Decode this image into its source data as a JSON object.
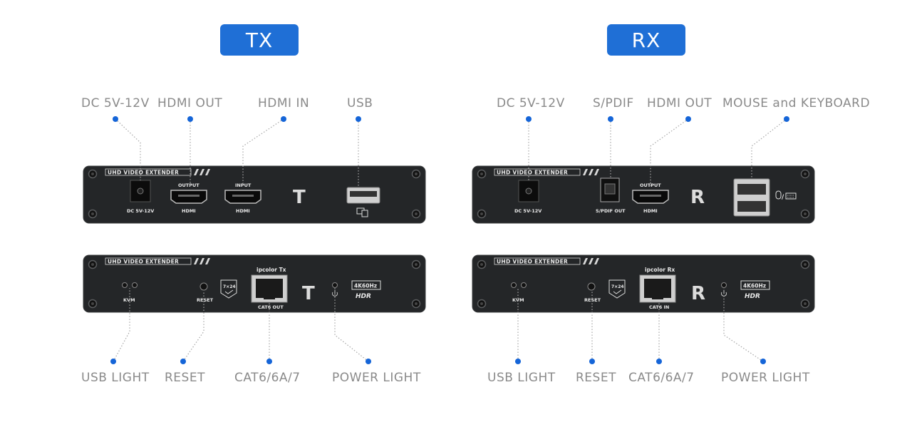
{
  "sections": {
    "tx": {
      "title": "TX"
    },
    "rx": {
      "title": "RX"
    }
  },
  "tx": {
    "front": {
      "brand": "UHD VIDEO EXTENDER",
      "dc_label": "DC 5V-12V",
      "hdmi_out_top": "OUTPUT",
      "hdmi_out_bottom": "HDMI",
      "hdmi_in_top": "INPUT",
      "hdmi_in_bottom": "HDMI",
      "badge": "T"
    },
    "rear": {
      "brand": "UHD VIDEO EXTENDER",
      "kvm_label": "KVM",
      "reset_label": "RESET",
      "badge_724": "7×24",
      "model": "ipcolor Tx",
      "cat_label": "CAT6 OUT",
      "badge": "T",
      "res": "4K60Hz",
      "hdr": "HDR"
    },
    "callouts": {
      "dc": "DC 5V-12V",
      "hdmi_out": "HDMI OUT",
      "hdmi_in": "HDMI IN",
      "usb": "USB",
      "usb_light": "USB LIGHT",
      "reset": "RESET",
      "cat": "CAT6/6A/7",
      "power_light": "POWER LIGHT"
    }
  },
  "rx": {
    "front": {
      "brand": "UHD VIDEO EXTENDER",
      "dc_label": "DC 5V-12V",
      "spdif_label": "S/PDIF OUT",
      "hdmi_out_top": "OUTPUT",
      "hdmi_out_bottom": "HDMI",
      "badge": "R"
    },
    "rear": {
      "brand": "UHD VIDEO EXTENDER",
      "kvm_label": "KVM",
      "reset_label": "RESET",
      "badge_724": "7×24",
      "model": "ipcolor Rx",
      "cat_label": "CAT6 IN",
      "badge": "R",
      "res": "4K60Hz",
      "hdr": "HDR"
    },
    "callouts": {
      "dc": "DC 5V-12V",
      "spdif": "S/PDIF",
      "hdmi_out": "HDMI OUT",
      "mouse_kb": "MOUSE and KEYBOARD",
      "usb_light": "USB LIGHT",
      "reset": "RESET",
      "cat": "CAT6/6A/7",
      "power_light": "POWER LIGHT"
    }
  },
  "colors": {
    "accent": "#1f6fd6",
    "dot": "#1565d8",
    "panel": "#242628",
    "label": "#8a8a8a"
  },
  "icons": [
    "usb-icon",
    "computer-icon",
    "mouse-icon",
    "keyboard-icon",
    "power-icon",
    "checkmark-icon"
  ]
}
